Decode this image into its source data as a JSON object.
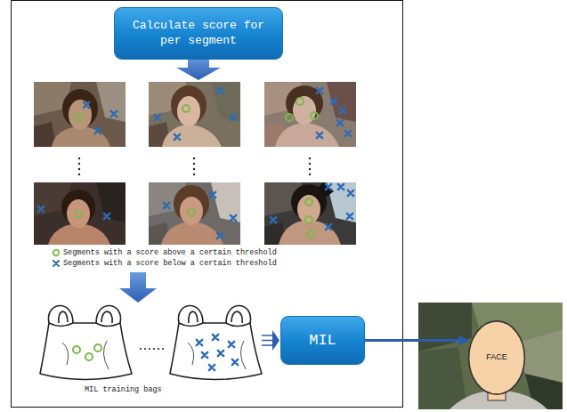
{
  "diagram": {
    "nodes": [
      {
        "text": [
          "Calculate score for per segment"
        ]
      },
      {
        "text": [
          "MIL"
        ]
      },
      {
        "text": [
          "FACE"
        ]
      }
    ],
    "edges": [
      {
        "from": 1,
        "to": 2,
        "arrow": "to"
      }
    ],
    "labels": [
      "MIL training bags"
    ],
    "legend": [
      {
        "text": "Segments with a score above a certain threshold"
      },
      {
        "text": "Segments with a score below a certain threshold"
      }
    ]
  }
}
